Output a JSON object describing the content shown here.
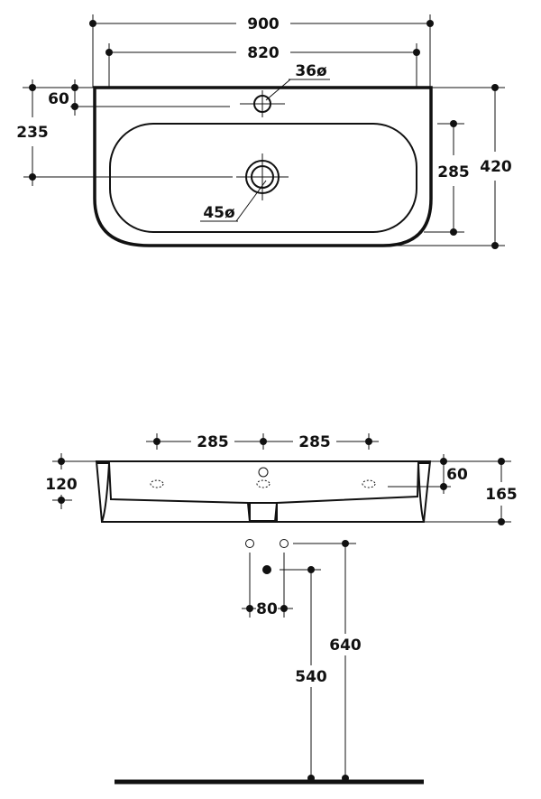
{
  "top_view": {
    "width_overall": "900",
    "width_inner": "820",
    "tap_hole_offset": "60",
    "drain_offset": "235",
    "bowl_depth": "285",
    "depth_overall": "420",
    "tap_hole_diameter": "36ø",
    "drain_diameter": "45ø"
  },
  "side_view": {
    "hole_spacing_left": "285",
    "hole_spacing_right": "285",
    "left_height": "120",
    "right_offset": "60",
    "overall_height": "165",
    "pipe_spacing": "80",
    "drain_height": "540",
    "top_height": "640"
  },
  "colors": {
    "line": "#111111",
    "background": "#ffffff"
  }
}
